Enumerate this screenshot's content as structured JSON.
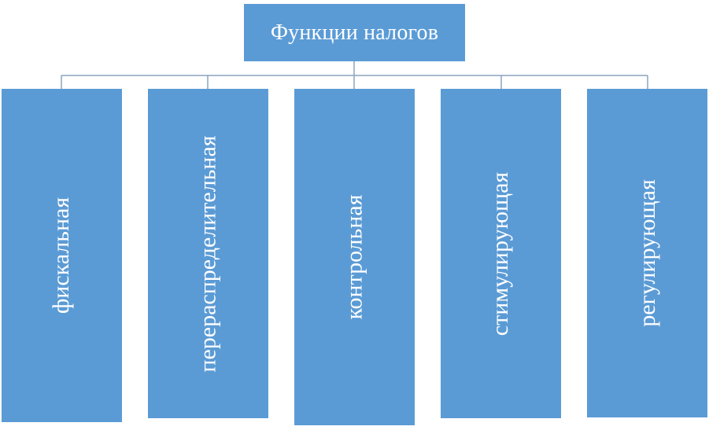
{
  "diagram": {
    "root": {
      "label": "Функции налогов"
    },
    "children": [
      {
        "label": "фискальная"
      },
      {
        "label": "перераспределительная"
      },
      {
        "label": "контрольная"
      },
      {
        "label": "стимулирующая"
      },
      {
        "label": "регулирующая"
      }
    ]
  },
  "colors": {
    "box_fill": "#5b9bd5",
    "box_text": "#ffffff",
    "connector": "#8aa4bf",
    "background": "#ffffff"
  }
}
